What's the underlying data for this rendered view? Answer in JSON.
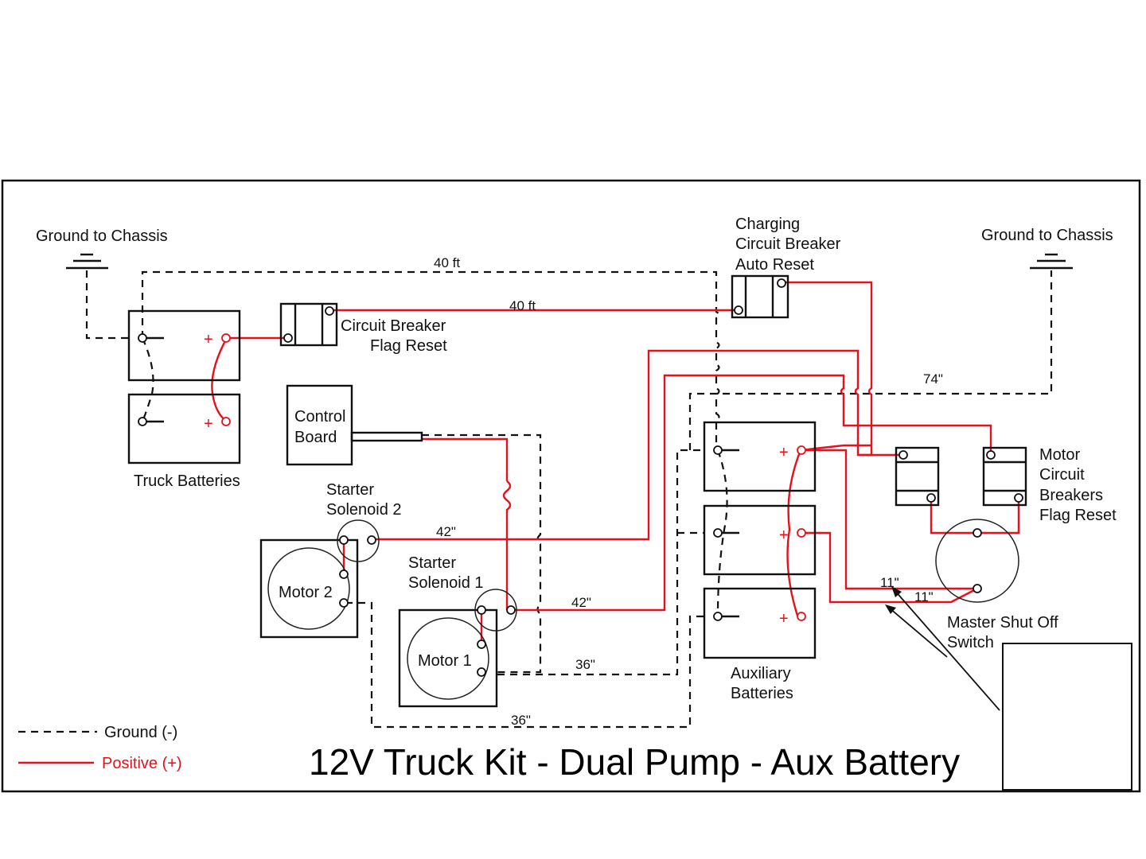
{
  "title": "12V Truck Kit - Dual Pump - Aux Battery",
  "colors": {
    "ground": "#111111",
    "positive": "#e8101a",
    "background": "#ffffff"
  },
  "legend": {
    "ground_label": "Ground (-)",
    "positive_label": "Positive (+)"
  },
  "components": {
    "ground_left": "Ground to Chassis",
    "ground_right": "Ground to Chassis",
    "truck_batteries": "Truck Batteries",
    "circuit_breaker_line1": "Circuit Breaker",
    "circuit_breaker_line2": "Flag Reset",
    "charging_cb_line1": "Charging",
    "charging_cb_line2": "Circuit Breaker",
    "charging_cb_line3": "Auto Reset",
    "control_board_line1": "Control",
    "control_board_line2": "Board",
    "starter_solenoid_2_line1": "Starter",
    "starter_solenoid_2_line2": "Solenoid 2",
    "starter_solenoid_1_line1": "Starter",
    "starter_solenoid_1_line2": "Solenoid 1",
    "motor_2": "Motor 2",
    "motor_1": "Motor 1",
    "aux_batteries_line1": "Auxiliary",
    "aux_batteries_line2": "Batteries",
    "motor_cb_line1": "Motor",
    "motor_cb_line2": "Circuit",
    "motor_cb_line3": "Breakers",
    "motor_cb_line4": "Flag Reset",
    "master_switch_line1": "Master Shut Off",
    "master_switch_line2": "Switch"
  },
  "dimensions": {
    "ground_top": "40 ft",
    "positive_top": "40 ft",
    "ground_right": "74\"",
    "solenoid2_cable": "42\"",
    "solenoid1_cable": "42\"",
    "ground_motor1": "36\"",
    "ground_motor2": "36\"",
    "switch_cable_a": "11\"",
    "switch_cable_b": "11\""
  },
  "symbols": {
    "plus": "+",
    "minus": "−"
  }
}
